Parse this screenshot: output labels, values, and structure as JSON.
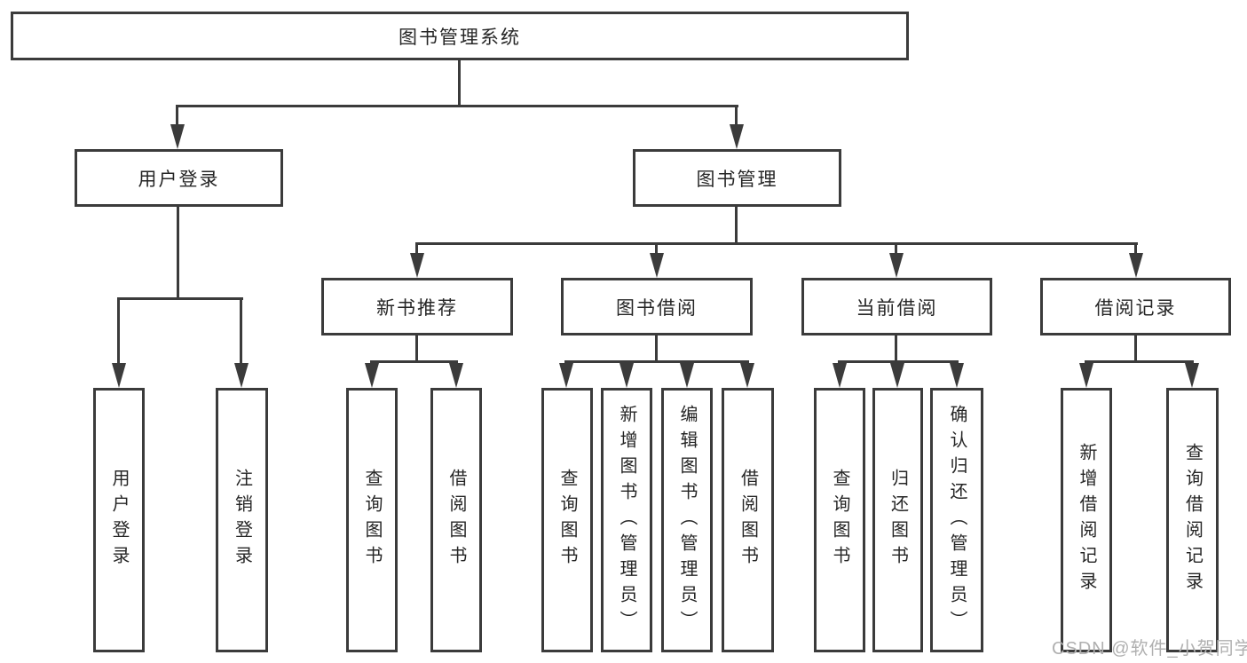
{
  "diagram": {
    "root": {
      "label": "图书管理系统"
    },
    "branches": [
      {
        "label": "用户登录",
        "children": [
          {
            "label": "用户登录"
          },
          {
            "label": "注销登录"
          }
        ]
      },
      {
        "label": "图书管理",
        "children": [
          {
            "label": "新书推荐",
            "children": [
              {
                "label": "查询图书"
              },
              {
                "label": "借阅图书"
              }
            ]
          },
          {
            "label": "图书借阅",
            "children": [
              {
                "label": "查询图书"
              },
              {
                "label": "新增图书（管理员）"
              },
              {
                "label": "编辑图书（管理员）"
              },
              {
                "label": "借阅图书"
              }
            ]
          },
          {
            "label": "当前借阅",
            "children": [
              {
                "label": "查询图书"
              },
              {
                "label": "归还图书"
              },
              {
                "label": "确认归还（管理员）"
              }
            ]
          },
          {
            "label": "借阅记录",
            "children": [
              {
                "label": "新增借阅记录"
              },
              {
                "label": "查询借阅记录"
              }
            ]
          }
        ]
      }
    ]
  },
  "watermark": {
    "text": "CSDN @软件_小贺同学"
  },
  "colors": {
    "line": "#3b3b3b",
    "text": "#262626",
    "box_background": "#ffffff",
    "watermark": "#b0b0b0",
    "page_background": "#ffffff"
  }
}
